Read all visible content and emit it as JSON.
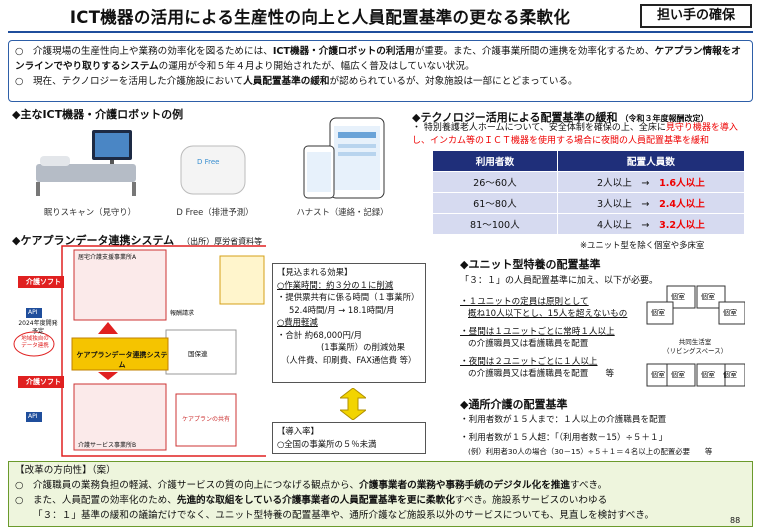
{
  "title": "ICT機器の活用による生産性の向上と人員配置基準の更なる柔軟化",
  "tag": "担い手の確保",
  "intro": [
    {
      "mark": "○",
      "pre": "介護現場の生産性向上や業務の効率化を図るためには、",
      "b1": "ICT機器・介護ロボットの利活用",
      "mid": "が重要。また、介護事業所間の連携を効率化するため、",
      "b2": "ケアプラン情報をオンラインでやり取りするシステム",
      "post": "の運用が令和５年４月より開始されたが、幅広く普及はしていない状況。"
    },
    {
      "mark": "○",
      "pre": "現在、テクノロジーを活用した介護施設において",
      "b1": "人員配置基準の緩和",
      "post": "が認められているが、対象施設は一部にとどまっている。"
    }
  ],
  "devices": {
    "heading": "◆主なICT機器・介護ロボットの例",
    "dfree_label": "D Free",
    "captions": [
      "眠りスキャン（見守り）",
      "D Free（排泄予測）",
      "ハナスト（連絡・記録）"
    ]
  },
  "careplan": {
    "heading": "◆ケアプランデータ連携システム",
    "source": "（出所）厚労省資料等",
    "chart": {
      "left1": "介護ソフト",
      "left2": "介護ソフト",
      "api": "API",
      "year": "2024年度開発予定",
      "exchange": "地域独自のデータ連携",
      "system": "ケアプランデータ連携システム",
      "office_a": "居宅介護支援事業所A",
      "office_b": "介護サービス事業所B",
      "nhi": "国保連",
      "report": "報酬請求",
      "note": "ケアプランの共有"
    },
    "effects_title": "【見込まれる効果】",
    "effects": [
      "○作業時間：約３分の１に削減",
      "・提供票共有に係る時間（１事業所）",
      "52.4時間/月 → 18.1時間/月",
      "○費用軽減",
      "・合計 約68,000円/月",
      "(1事業所）の削減効果",
      "（人件費、印刷費、FAX通信費 等）"
    ],
    "adopt_title": "【導入率】",
    "adopt": "○全国の事業所の５％未満"
  },
  "tech": {
    "heading": "◆テクノロジー活用による配置基準の緩和",
    "heading_note": "（令和３年度報酬改定）",
    "desc_pre": "・ 特別養護老人ホームについて、安全体制を確保の上、全床に",
    "desc_red": "見守り機器を導入し、インカム等のＩＣＴ機器を使用する場合に夜間の人員配置基準を緩和",
    "cols": [
      "利用者数",
      "配置人員数"
    ],
    "rows": [
      {
        "users": "26～60人",
        "from": "2人以上",
        "arrow": "→",
        "to": "1.6人以上"
      },
      {
        "users": "61～80人",
        "from": "3人以上",
        "arrow": "→",
        "to": "2.4人以上"
      },
      {
        "users": "81～100人",
        "from": "4人以上",
        "arrow": "→",
        "to": "3.2人以上"
      }
    ],
    "note": "※ユニット型を除く個室や多床室"
  },
  "unit": {
    "heading": "◆ユニット型特養の配置基準",
    "lead": "「３：１」の人員配置基準に加え、以下が必要。",
    "items": [
      "・１ユニットの定員は原則として",
      "概ね10人以下とし、15人を超えないもの",
      "・昼間は１ユニットごとに常時１人以上",
      "の介護職員又は看護職員を配置",
      "・夜間は２ユニットごとに１人以上",
      "の介護職員又は看護職員を配置　　等"
    ],
    "room": "個室",
    "common": "共同生活室",
    "common2": "（リビングスペース）"
  },
  "daycare": {
    "heading": "◆通所介護の配置基準",
    "l1": "・利用者数が１５人まで：１人以上の介護職員を配置",
    "l2": "・利用者数が１５人超：「（利用者数－15）÷５＋１」",
    "l3": "(例）利用者30人の場合（30－15）÷５＋１＝４名以上の配置必要　　等"
  },
  "direction": {
    "title": "【改革の方向性】（案）",
    "p1_pre": "介護職員の業務負担の軽減、介護サービスの質の向上につなげる観点から、",
    "p1_b": "介護事業者の業務や事務手続のデジタル化を推進",
    "p1_post": "すべき。",
    "p2_pre": "また、人員配置の効率化のため、",
    "p2_b": "先進的な取組をしている介護事業者の人員配置基準を更に柔軟化",
    "p2_post": "すべき。施設系サービスのいわゆる",
    "p3": "「３：１」基準の緩和の議論だけでなく、ユニット型特養の配置基準や、通所介護など施設系以外のサービスについても、見直しを検討すべき。",
    "page": "88"
  },
  "colors": {
    "navy": "#1f2f7a",
    "accent": "#e00000",
    "green": "#6b9a2c"
  }
}
